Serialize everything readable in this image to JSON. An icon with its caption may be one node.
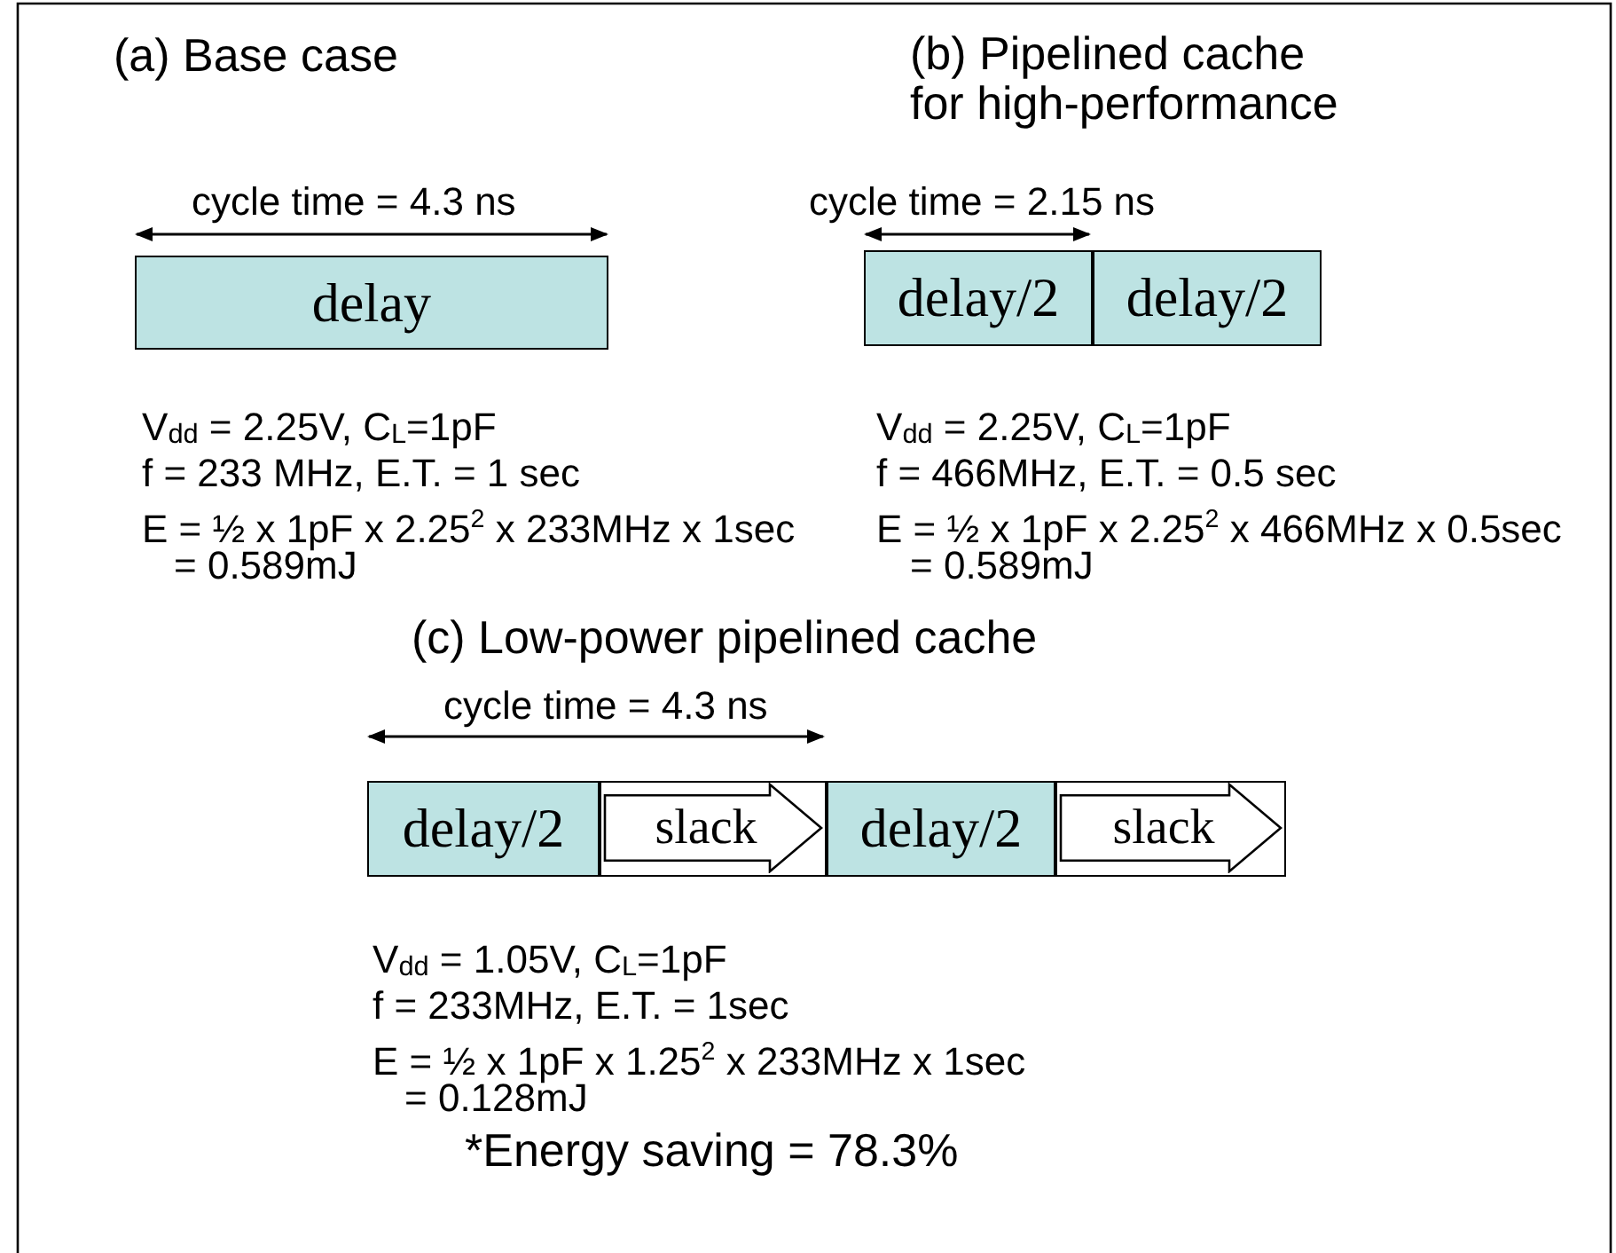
{
  "diagram": {
    "nodes": [
      {
        "text": [
          "delay"
        ]
      },
      {
        "text": [
          "delay/2"
        ]
      },
      {
        "text": [
          "delay/2"
        ]
      },
      {
        "text": [
          "delay/2"
        ]
      },
      {
        "text": [
          "slack"
        ]
      },
      {
        "text": [
          "delay/2"
        ]
      },
      {
        "text": [
          "slack"
        ]
      }
    ],
    "labels": [
      "(a) Base case",
      "(b) Pipelined cache for high-performance",
      "cycle time = 4.3 ns",
      "cycle time = 2.15 ns",
      "V$_{dd}$ = 2.25V, C$_{L}$=1pF",
      "f = 233 MHz, E.T. = 1 sec",
      "E = ½ x 1pF x 2.25$^{2}$ x 233MHz x 1sec",
      "= 0.589mJ",
      "V$_{dd}$ = 2.25V, C$_{L}$=1pF",
      "f = 466MHz, E.T. = 0.5 sec",
      "E = ½ x 1pF x 2.25$^{2}$ x 466MHz x 0.5sec",
      "= 0.589mJ",
      "(c) Low-power pipelined cache",
      "cycle time = 4.3 ns",
      "V$_{dd}$ = 1.05V,  C$_{L}$=1pF",
      "f = 233MHz, E.T. = 1sec",
      "E = ½ x 1pF x 1.25$^{2}$ x 233MHz x 1sec",
      "= 0.128mJ",
      "*Energy saving = 78.3%"
    ]
  }
}
